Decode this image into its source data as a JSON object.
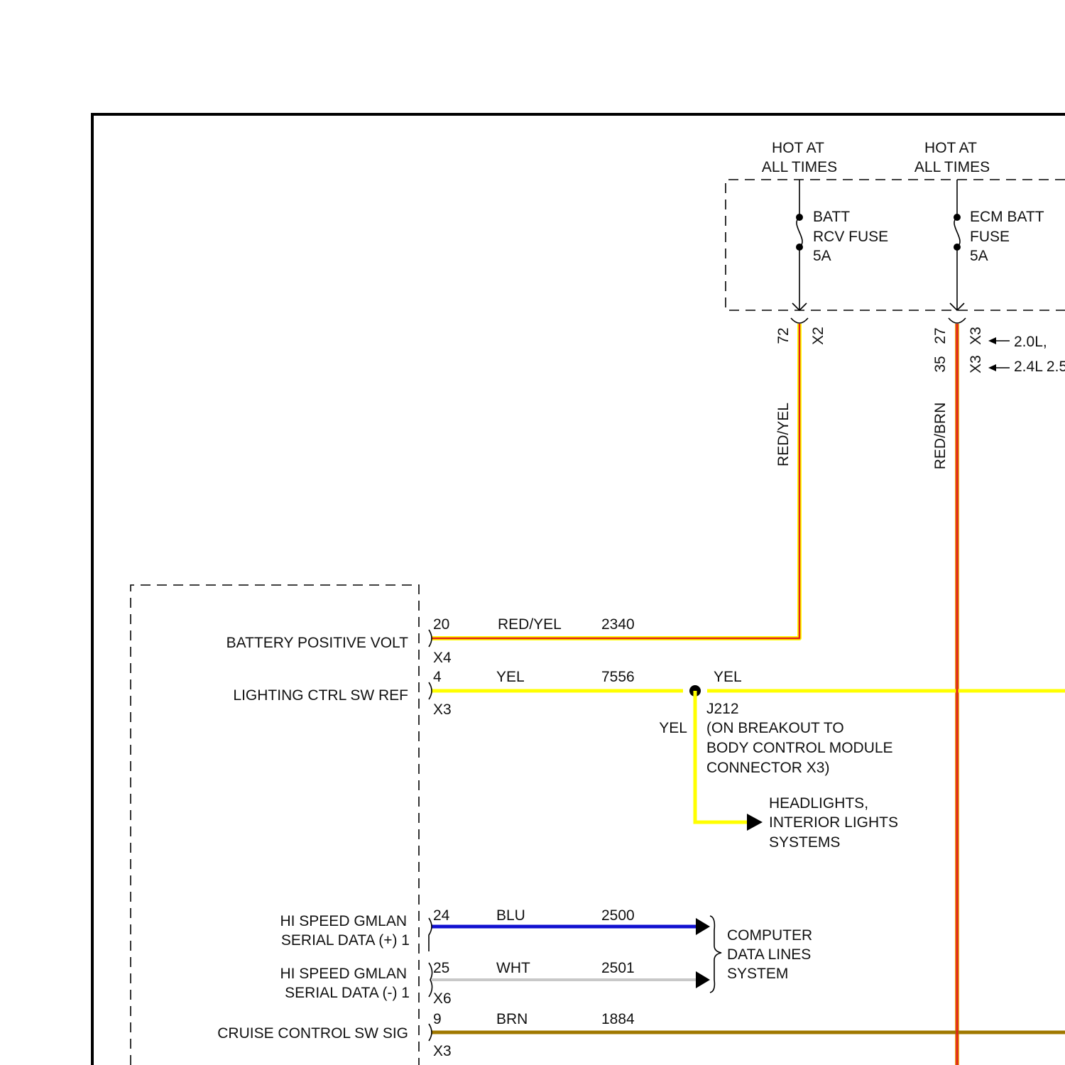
{
  "fuse_box": {
    "hot_labels": [
      {
        "line1": "HOT AT",
        "line2": "ALL TIMES"
      },
      {
        "line1": "HOT AT",
        "line2": "ALL TIMES"
      }
    ],
    "fuses": [
      {
        "name_line1": "BATT",
        "name_line2": "RCV FUSE",
        "rating": "5A"
      },
      {
        "name_line1": "ECM BATT",
        "name_line2": "FUSE",
        "rating": "5A"
      }
    ]
  },
  "fuse_pins": {
    "batt_rcv_pin": "72",
    "batt_rcv_connector": "X2",
    "ecm_pin_a": "27",
    "ecm_connector_a": "X3",
    "ecm_note_a": "2.0L,",
    "ecm_pin_b": "35",
    "ecm_connector_b": "X3",
    "ecm_note_b": "2.4L 2.5"
  },
  "vertical_wires": {
    "batt_rcv_color": "RED/YEL",
    "ecm_color": "RED/BRN"
  },
  "module_pins": [
    {
      "label_line1": "BATTERY POSITIVE VOLT",
      "pin": "20",
      "connector": "X4",
      "wire_color": "RED/YEL",
      "circuit": "2340"
    },
    {
      "label_line1": "LIGHTING CTRL SW REF",
      "pin": "4",
      "connector": "X3",
      "wire_color": "YEL",
      "circuit": "7556"
    },
    {
      "label_line1": "HI SPEED GMLAN",
      "label_line2": "SERIAL DATA (+) 1",
      "pin": "24",
      "wire_color": "BLU",
      "circuit": "2500"
    },
    {
      "label_line1": "HI SPEED GMLAN",
      "label_line2": "SERIAL DATA (-) 1",
      "pin": "25",
      "connector": "X6",
      "wire_color": "WHT",
      "circuit": "2501"
    },
    {
      "label_line1": "CRUISE CONTROL SW SIG",
      "pin": "9",
      "connector": "X3",
      "wire_color": "BRN",
      "circuit": "1884"
    }
  ],
  "splice": {
    "out_color": "YEL",
    "down_color": "YEL",
    "id": "J212",
    "note_line1": "(ON BREAKOUT TO",
    "note_line2": "BODY CONTROL MODULE",
    "note_line3": "CONNECTOR X3)"
  },
  "headlights_ref": {
    "line1": "HEADLIGHTS,",
    "line2": "INTERIOR LIGHTS",
    "line3": "SYSTEMS"
  },
  "data_lines_ref": {
    "line1": "COMPUTER",
    "line2": "DATA LINES",
    "line3": "SYSTEM"
  },
  "colors": {
    "red": "#e0201a",
    "yellow": "#ffff00",
    "blue": "#1010d0",
    "white_wire": "#c8c8c8",
    "brown": "#a07800"
  }
}
